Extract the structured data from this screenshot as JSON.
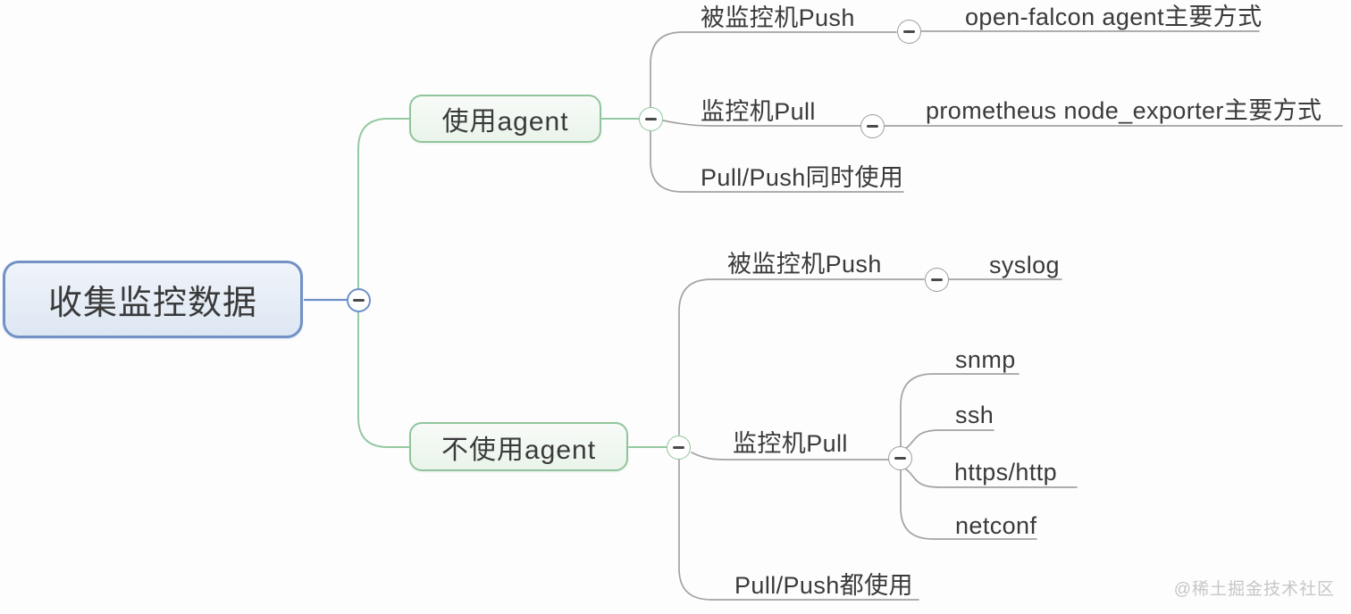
{
  "mindmap": {
    "root": {
      "label": "收集监控数据"
    },
    "branches": [
      {
        "label": "使用agent",
        "children": [
          {
            "label": "被监控机Push",
            "children": [
              {
                "label": "open-falcon agent主要方式"
              }
            ]
          },
          {
            "label": "监控机Pull",
            "children": [
              {
                "label": "prometheus node_exporter主要方式"
              }
            ]
          },
          {
            "label": "Pull/Push同时使用",
            "children": []
          }
        ]
      },
      {
        "label": "不使用agent",
        "children": [
          {
            "label": "被监控机Push",
            "children": [
              {
                "label": "syslog"
              }
            ]
          },
          {
            "label": "监控机Pull",
            "children": [
              {
                "label": "snmp"
              },
              {
                "label": "ssh"
              },
              {
                "label": "https/http"
              },
              {
                "label": "netconf"
              }
            ]
          },
          {
            "label": "Pull/Push都使用",
            "children": []
          }
        ]
      }
    ]
  },
  "toggles": {
    "glyph": "minus"
  },
  "watermark": "@稀土掘金技术社区",
  "colors": {
    "root_border": "#7291c5",
    "root_fill": "#e4ecf6",
    "branch_border": "#90c59c",
    "branch_fill": "#edf6ee",
    "connector_gray": "#a3a3a3",
    "connector_green": "#95c9a0",
    "connector_blue": "#6e90c8",
    "text": "#3a3a3a",
    "watermark": "#c6c6c6"
  }
}
